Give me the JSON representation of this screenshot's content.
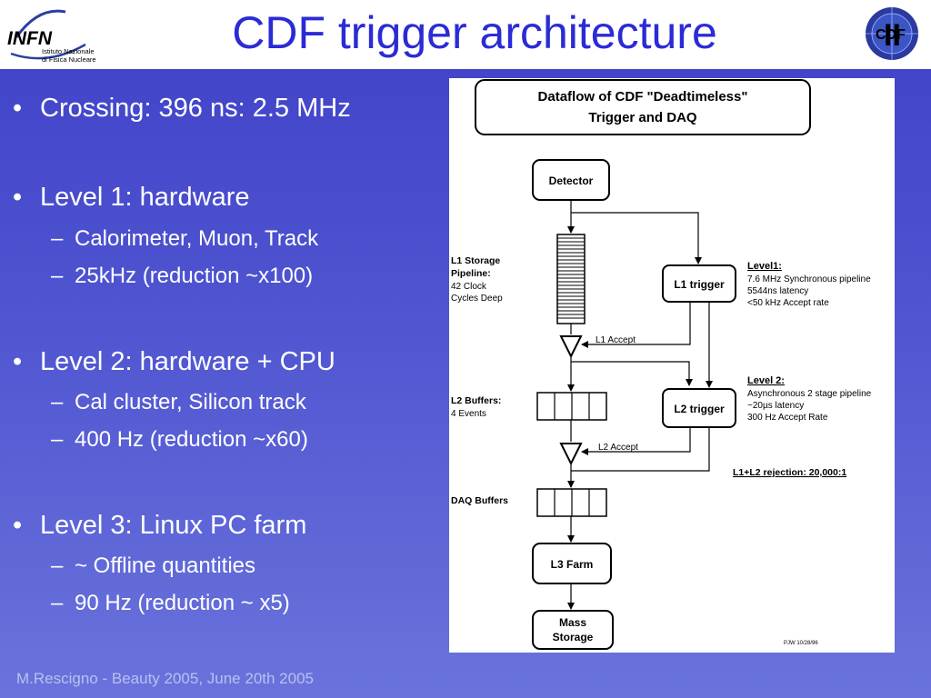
{
  "header": {
    "title": "CDF trigger architecture",
    "left_logo": {
      "icon": "infn-logo",
      "wordmark": "INFN",
      "lines": [
        "Istituto Nazionale",
        "di Fisica Nucleare"
      ]
    },
    "right_logo": {
      "icon": "cdf-logo",
      "text": "CDF",
      "numeral": "II"
    }
  },
  "bullets": [
    {
      "text": "Crossing: 396 ns: 2.5 MHz",
      "subs": []
    },
    {
      "text": "Level 1: hardware",
      "subs": [
        "Calorimeter, Muon, Track",
        "25kHz (reduction ~x100)"
      ]
    },
    {
      "text": "Level 2: hardware + CPU",
      "subs": [
        "Cal cluster, Silicon track",
        "400 Hz (reduction ~x60)"
      ]
    },
    {
      "text": "Level 3: Linux PC farm",
      "subs": [
        "~ Offline quantities",
        "90 Hz (reduction ~ x5)"
      ]
    }
  ],
  "bullet_glyph": "•",
  "dash_glyph": "–",
  "diagram": {
    "title_lines": [
      "Dataflow of CDF \"Deadtimeless\"",
      "Trigger and DAQ"
    ],
    "boxes": {
      "detector": "Detector",
      "l1_trigger": "L1 trigger",
      "l2_trigger": "L2 trigger",
      "l3_farm": "L3 Farm",
      "mass_storage": [
        "Mass",
        "Storage"
      ]
    },
    "labels": {
      "l1_storage": [
        "L1 Storage",
        "Pipeline:",
        "42 Clock",
        "Cycles Deep"
      ],
      "l1_accept": "L1 Accept",
      "l2_buffers": [
        "L2 Buffers:",
        "4 Events"
      ],
      "l2_accept": "L2 Accept",
      "daq_buffers": "DAQ Buffers",
      "level1": [
        "Level1:",
        "7.6 MHz Synchronous pipeline",
        "5544ns latency",
        "<50 kHz Accept rate"
      ],
      "level2": [
        "Level 2:",
        "Asynchronous 2 stage pipeline",
        "~20µs latency",
        "300 Hz Accept Rate"
      ],
      "rejection": "L1+L2 rejection:  20,000:1",
      "signature": "PJW  10/28/96"
    }
  },
  "footer": "M.Rescigno - Beauty 2005,  June 20th 2005",
  "colors": {
    "title": "#2b2bd6",
    "background_top": "#3f41c8",
    "background_bottom": "#6a73dc",
    "footer": "#b9c0ef"
  }
}
